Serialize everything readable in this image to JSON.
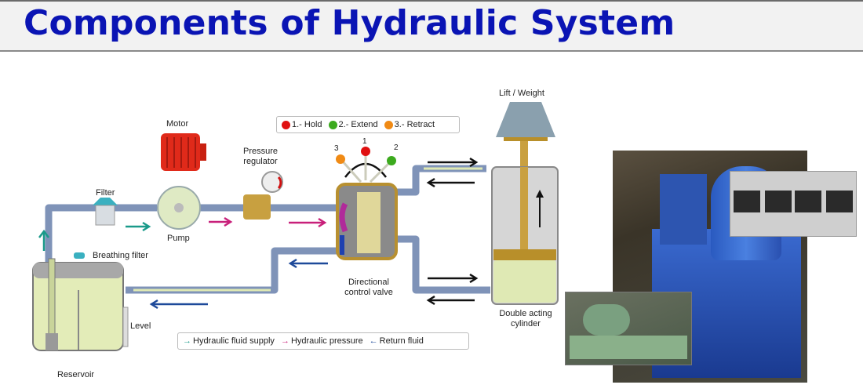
{
  "title": "Components of Hydraulic System",
  "labels": {
    "motor": "Motor",
    "filter": "Filter",
    "pump": "Pump",
    "pressure_regulator_1": "Pressure",
    "pressure_regulator_2": "regulator",
    "breathing_filter": "Breathing filter",
    "level": "Level",
    "reservoir": "Reservoir",
    "directional_valve_1": "Directional",
    "directional_valve_2": "control valve",
    "lift_weight": "Lift / Weight",
    "cylinder_1": "Double acting",
    "cylinder_2": "cylinder",
    "lever_1": "1",
    "lever_2": "2",
    "lever_3": "3"
  },
  "valve_legend": [
    {
      "label": "1.- Hold",
      "color": "#e01010"
    },
    {
      "label": "2.- Extend",
      "color": "#3caa1e"
    },
    {
      "label": "3.- Retract",
      "color": "#f08a14"
    }
  ],
  "flow_legend": [
    {
      "label": "Hydraulic fluid supply",
      "color": "#1a9a8a"
    },
    {
      "label": "Hydraulic pressure",
      "color": "#c8207a"
    },
    {
      "label": "Return fluid",
      "color": "#1e4a9a"
    }
  ],
  "colors": {
    "title": "#0a14b4",
    "pipe": "#7f93b8",
    "fluid": "#dfe9b4"
  }
}
